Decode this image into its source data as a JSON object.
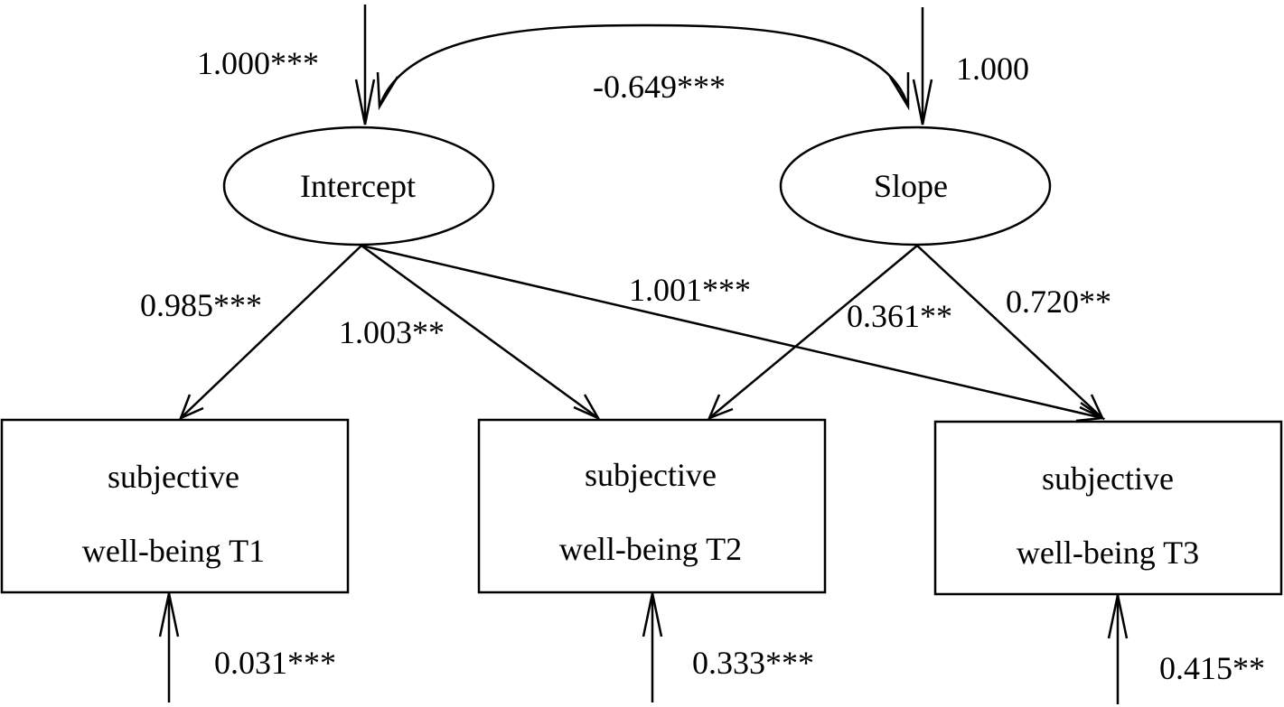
{
  "latent": {
    "intercept": "Intercept",
    "slope": "Slope"
  },
  "observed": [
    {
      "line1": "subjective",
      "line2": "well-being T1"
    },
    {
      "line1": "subjective",
      "line2": "well-being T2"
    },
    {
      "line1": "subjective",
      "line2": "well-being T3"
    }
  ],
  "estimates": {
    "intercept_variance": "1.000***",
    "slope_variance": "1.000",
    "covariance": "-0.649***",
    "intercept_t1": "0.985***",
    "intercept_t2": "1.003**",
    "intercept_t3": "1.001***",
    "slope_t2": "0.361**",
    "slope_t3": "0.720**",
    "residual_t1": "0.031***",
    "residual_t2": "0.333***",
    "residual_t3": "0.415**"
  }
}
